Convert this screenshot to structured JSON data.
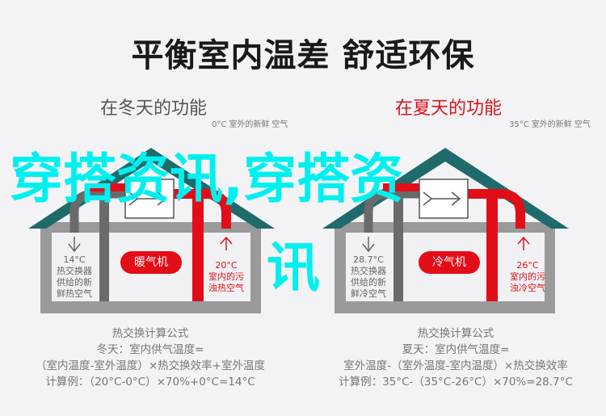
{
  "title": "平衡室内温差 舒适环保",
  "winter": {
    "heading": "在冬天的功能",
    "outdoor_temp": "0°C",
    "outdoor_label_1": "室外的新鲜",
    "outdoor_label_2": "空气",
    "device": "暖气机",
    "supply_temp": "14°C",
    "supply_label": [
      "热交换器",
      "供给的新",
      "鲜热空气"
    ],
    "indoor_temp": "20°C",
    "indoor_label": [
      "室内的污",
      "浊热空气"
    ],
    "formula": [
      "热交换计算公式",
      "冬天：室内供气温度=",
      "（室内温度-室外温度）×热交换效率+室外温度",
      "计算例：（20°C-0°C）×70%+0°C=14°C"
    ]
  },
  "summer": {
    "heading": "在夏天的功能",
    "outdoor_temp": "35°C",
    "outdoor_label_1": "室外的新鲜",
    "outdoor_label_2": "空气",
    "device": "冷气机",
    "supply_temp": "28.7°C",
    "supply_label": [
      "热交换器",
      "供给的新",
      "鲜冷空气"
    ],
    "indoor_temp": "26°C",
    "indoor_label": [
      "室内的污",
      "浊冷空气"
    ],
    "formula": [
      "热交换计算公式",
      "夏天：室内供气温度=",
      "室外温度-（室外温度-室内温度）×热交换效率",
      "计算例：35°C-（35°C-26°C）×70%=28.7°C"
    ]
  },
  "watermark": {
    "line1": "穿搭资讯,穿搭资",
    "line2": "讯"
  },
  "colors": {
    "roof": "#1f6b6b",
    "wall": "#9a9a9a",
    "red": "#e30d18",
    "pipe_gray": "#6a6a6a",
    "watermark": "#00f0f0"
  }
}
